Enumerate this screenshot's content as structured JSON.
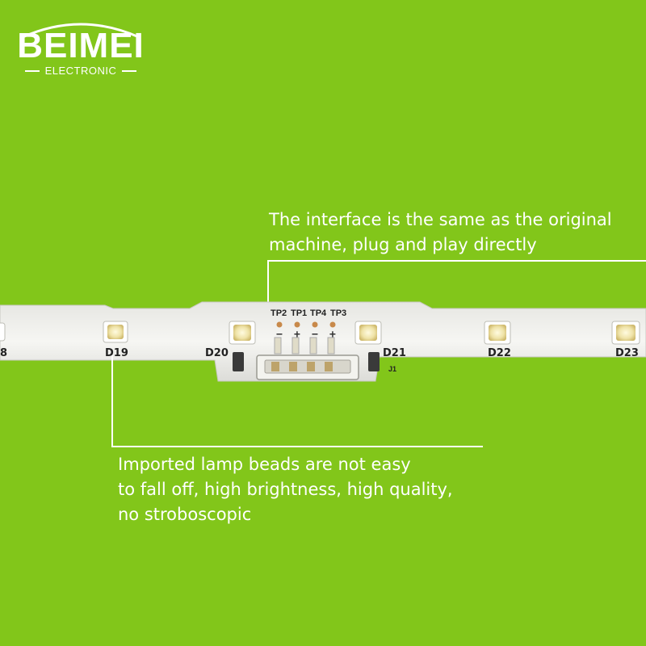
{
  "logo": {
    "name": "BEIMEI",
    "sub": "ELECTRONIC"
  },
  "callouts": {
    "interface": {
      "lines": [
        "The interface is the same as the original",
        "machine, plug and play directly"
      ]
    },
    "beads": {
      "lines": [
        "Imported lamp beads are not easy",
        "to fall off, high brightness, high quality,",
        "no stroboscopic"
      ]
    }
  },
  "pcb": {
    "led_labels": [
      "D19",
      "D20",
      "D21",
      "D22",
      "D23"
    ],
    "test_points": [
      "TP2",
      "TP1",
      "TP4",
      "TP3"
    ],
    "test_point_signs": [
      "−",
      "+",
      "−",
      "+"
    ],
    "connector_label": "J1",
    "partial_label": "8"
  },
  "colors": {
    "background": "#82c61a",
    "text": "#ffffff",
    "pcb": "#f2f2f0",
    "led": "#f3ecc0"
  }
}
